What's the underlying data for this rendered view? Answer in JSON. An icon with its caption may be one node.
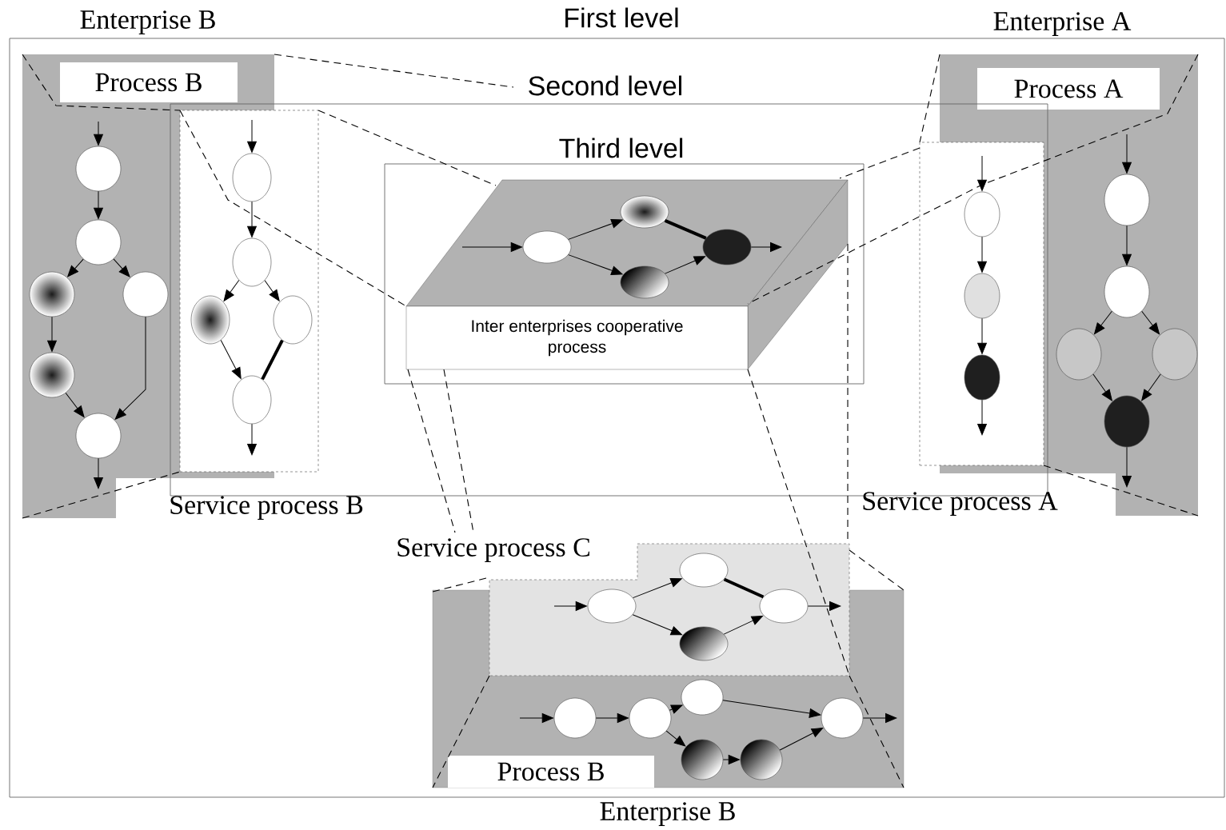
{
  "diagram": {
    "nodes": [
      {
        "text": [
          "First level"
        ]
      },
      {
        "text": [
          "Enterprise B"
        ],
        "in": 0
      },
      {
        "text": [
          "Process B"
        ],
        "in": 1
      },
      {
        "text": [
          "Enterprise A"
        ],
        "in": 0
      },
      {
        "text": [
          "Process A"
        ],
        "in": 3
      },
      {
        "text": [
          "Second level"
        ],
        "in": 0
      },
      {
        "text": [
          "Service process B"
        ],
        "in": 5
      },
      {
        "text": [
          "Service process A"
        ],
        "in": 5
      },
      {
        "text": [
          "Third level"
        ],
        "in": 5
      },
      {
        "text": [
          "Inter enterprises cooperative process"
        ],
        "in": 8
      },
      {
        "text": [
          "Enterprise B"
        ],
        "in": 0
      },
      {
        "text": [
          "Process B"
        ],
        "in": 10
      },
      {
        "text": [
          "Service process C"
        ],
        "in": 0
      },
      {
        "text": [],
        "shape": "circle",
        "in": 1
      },
      {
        "text": [],
        "shape": "circle",
        "in": 1
      },
      {
        "text": [],
        "shape": "circle",
        "in": 1
      },
      {
        "text": [],
        "shape": "circle",
        "in": 1
      },
      {
        "text": [],
        "shape": "circle",
        "in": 1
      },
      {
        "text": [],
        "shape": "circle",
        "in": 1
      },
      {
        "text": [],
        "shape": "circle"
      },
      {
        "text": [],
        "shape": "circle"
      },
      {
        "text": [],
        "shape": "circle"
      },
      {
        "text": [],
        "shape": "circle",
        "in": 6
      },
      {
        "text": [],
        "shape": "circle"
      },
      {
        "text": [],
        "shape": "circle",
        "in": 9
      },
      {
        "text": [],
        "shape": "circle",
        "in": 9
      },
      {
        "text": [],
        "shape": "circle",
        "in": 9
      },
      {
        "text": [],
        "shape": "circle",
        "in": 9
      },
      {
        "text": [],
        "shape": "circle",
        "in": 7
      },
      {
        "text": [],
        "shape": "circle",
        "in": 7
      },
      {
        "text": [],
        "shape": "circle",
        "in": 7
      },
      {
        "text": [],
        "shape": "circle",
        "in": 3
      },
      {
        "text": [],
        "shape": "circle",
        "in": 3
      },
      {
        "text": [],
        "shape": "circle",
        "in": 3
      },
      {
        "text": [],
        "shape": "circle",
        "in": 3
      },
      {
        "text": [],
        "shape": "circle",
        "in": 3
      },
      {
        "text": [],
        "shape": "circle"
      },
      {
        "text": [],
        "shape": "circle",
        "in": 12
      },
      {
        "text": [],
        "shape": "circle"
      },
      {
        "text": [],
        "shape": "circle"
      },
      {
        "text": [],
        "shape": "circle",
        "in": 10
      },
      {
        "text": [],
        "shape": "circle",
        "in": 10
      },
      {
        "text": [],
        "shape": "circle",
        "in": 10
      },
      {
        "text": [],
        "shape": "circle",
        "in": 10
      },
      {
        "text": [],
        "shape": "circle",
        "in": 10
      },
      {
        "text": [],
        "shape": "circle",
        "in": 10
      }
    ],
    "edges": [
      {
        "from": null,
        "to": 13,
        "arrow": "to"
      },
      {
        "from": 13,
        "to": 14,
        "arrow": "to"
      },
      {
        "from": 14,
        "to": 15,
        "arrow": "to"
      },
      {
        "from": 14,
        "to": 16,
        "arrow": "to"
      },
      {
        "from": 15,
        "to": 17,
        "arrow": "to"
      },
      {
        "from": 17,
        "to": 18,
        "arrow": "to"
      },
      {
        "from": 16,
        "to": 18,
        "arrow": "to"
      },
      {
        "from": 18,
        "to": null,
        "arrow": "to"
      },
      {
        "from": 6,
        "to": 19,
        "arrow": "to"
      },
      {
        "from": 19,
        "to": 20,
        "arrow": "to"
      },
      {
        "from": 20,
        "to": 21,
        "arrow": "to"
      },
      {
        "from": 20,
        "to": 22,
        "arrow": "to"
      },
      {
        "from": 21,
        "to": 23,
        "arrow": "to"
      },
      {
        "from": 22,
        "to": 23,
        "arrow": "none",
        "style": "thick"
      },
      {
        "from": 23,
        "to": null,
        "arrow": "to"
      },
      {
        "from": 9,
        "to": 24,
        "arrow": "to"
      },
      {
        "from": 24,
        "to": 25,
        "arrow": "to"
      },
      {
        "from": 24,
        "to": 26,
        "arrow": "to"
      },
      {
        "from": 25,
        "to": 27,
        "arrow": "none",
        "style": "thick"
      },
      {
        "from": 26,
        "to": 27,
        "arrow": "to"
      },
      {
        "from": 27,
        "to": 9,
        "arrow": "to"
      },
      {
        "from": null,
        "to": 28,
        "arrow": "to"
      },
      {
        "from": 28,
        "to": 29,
        "arrow": "to"
      },
      {
        "from": 29,
        "to": 30,
        "arrow": "to"
      },
      {
        "from": 30,
        "to": null,
        "arrow": "to"
      },
      {
        "from": null,
        "to": 31,
        "arrow": "to"
      },
      {
        "from": 31,
        "to": 32,
        "arrow": "to"
      },
      {
        "from": 32,
        "to": 33,
        "arrow": "to"
      },
      {
        "from": 32,
        "to": 34,
        "arrow": "to"
      },
      {
        "from": 33,
        "to": 35,
        "arrow": "to"
      },
      {
        "from": 34,
        "to": 35,
        "arrow": "to"
      },
      {
        "from": 35,
        "to": null,
        "arrow": "to"
      },
      {
        "from": null,
        "to": 36,
        "arrow": "to"
      },
      {
        "from": 36,
        "to": 37,
        "arrow": "to"
      },
      {
        "from": 36,
        "to": 38,
        "arrow": "to"
      },
      {
        "from": 37,
        "to": 39,
        "arrow": "none",
        "style": "thick"
      },
      {
        "from": 38,
        "to": 39,
        "arrow": "to"
      },
      {
        "from": 39,
        "to": 12,
        "arrow": "to"
      },
      {
        "from": null,
        "to": 40,
        "arrow": "to"
      },
      {
        "from": 40,
        "to": 41,
        "arrow": "to"
      },
      {
        "from": 41,
        "to": 42,
        "arrow": "to"
      },
      {
        "from": 41,
        "to": 43,
        "arrow": "to"
      },
      {
        "from": 43,
        "to": 44,
        "arrow": "to"
      },
      {
        "from": 44,
        "to": 45,
        "arrow": "to"
      },
      {
        "from": 42,
        "to": 45,
        "arrow": "to"
      },
      {
        "from": 45,
        "to": null,
        "arrow": "to"
      },
      {
        "from": 1,
        "to": 6,
        "arrow": "none",
        "style": "dashed"
      },
      {
        "from": 1,
        "to": 5,
        "arrow": "none",
        "style": "dashed"
      },
      {
        "from": 1,
        "to": 6,
        "arrow": "none",
        "style": "dashed"
      },
      {
        "from": 6,
        "to": 9,
        "arrow": "none",
        "style": "dashed"
      },
      {
        "from": 6,
        "to": 9,
        "arrow": "none",
        "style": "dashed"
      },
      {
        "from": 3,
        "to": 9,
        "arrow": "none",
        "style": "dashed"
      },
      {
        "from": 3,
        "to": 7,
        "arrow": "none",
        "style": "dashed"
      },
      {
        "from": 7,
        "to": 9,
        "arrow": "none",
        "style": "dashed"
      },
      {
        "from": 7,
        "to": 3,
        "arrow": "none",
        "style": "dashed"
      },
      {
        "from": 9,
        "to": 12,
        "arrow": "none",
        "style": "dashed"
      },
      {
        "from": 9,
        "to": 12,
        "arrow": "none",
        "style": "dashed"
      },
      {
        "from": 9,
        "to": 12,
        "arrow": "none",
        "style": "dashed"
      },
      {
        "from": 9,
        "to": 12,
        "arrow": "none",
        "style": "dashed"
      },
      {
        "from": 12,
        "to": 10,
        "arrow": "none",
        "style": "dashed"
      },
      {
        "from": 10,
        "to": 12,
        "arrow": "none",
        "style": "dashed"
      },
      {
        "from": 12,
        "to": 10,
        "arrow": "none",
        "style": "dashed"
      },
      {
        "from": 12,
        "to": 10,
        "arrow": "none",
        "style": "dashed"
      }
    ]
  }
}
